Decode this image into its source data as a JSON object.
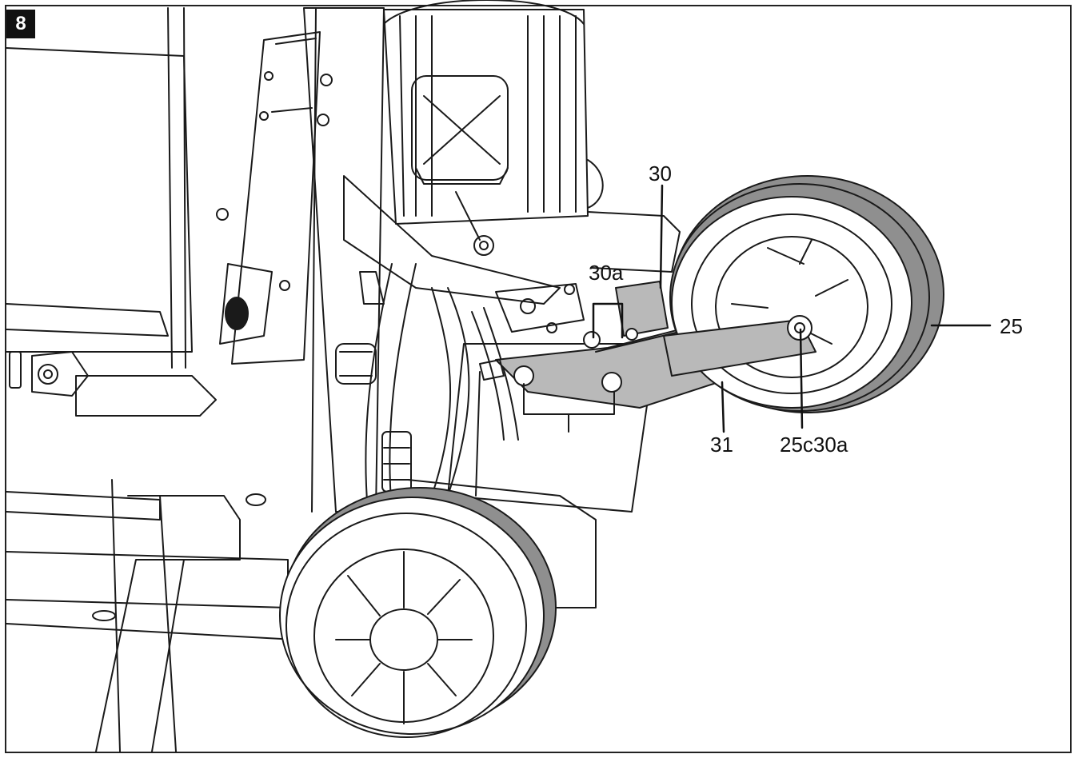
{
  "figure": {
    "number": "8"
  },
  "callouts": {
    "c30": "30",
    "c30a": "30a",
    "c25": "25",
    "c31": "31",
    "c25c30a": "25c30a"
  },
  "colors": {
    "line": "#1a1a1a",
    "highlight_fill": "#b9b9b9",
    "tire": "#8f8f8f",
    "background": "#ffffff"
  }
}
